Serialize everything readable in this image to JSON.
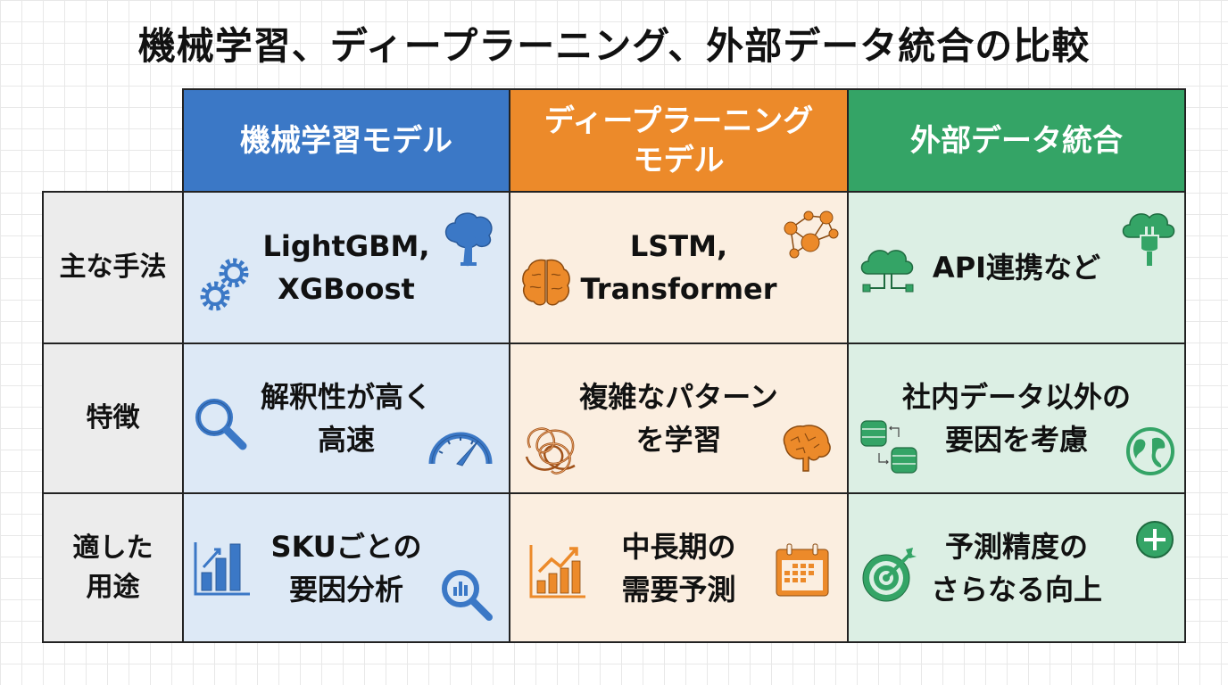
{
  "title": "機械学習、ディープラーニング、外部データ統合の比較",
  "columns": [
    {
      "label": "機械学習モデル",
      "color": "#3b78c6"
    },
    {
      "label": "ディープラーニング\nモデル",
      "color": "#ec8a2a"
    },
    {
      "label": "外部データ統合",
      "color": "#34a466"
    }
  ],
  "rows": [
    {
      "label": "主な手法",
      "cells": [
        {
          "text": "LightGBM,\nXGBoost",
          "icons": [
            "gears-icon",
            "tree-icon"
          ]
        },
        {
          "text": "LSTM,\nTransformer",
          "icons": [
            "brain-icon",
            "network-icon"
          ]
        },
        {
          "text": "API連携など",
          "icons": [
            "cloud-plug-icon",
            "cloud-plug-icon"
          ]
        }
      ]
    },
    {
      "label": "特徴",
      "cells": [
        {
          "text": "解釈性が高く\n高速",
          "icons": [
            "magnifier-icon",
            "speedometer-icon"
          ]
        },
        {
          "text": "複雑なパターン\nを学習",
          "icons": [
            "tangle-icon",
            "brain-icon"
          ]
        },
        {
          "text": "社内データ以外の\n要因を考慮",
          "icons": [
            "database-sync-icon",
            "globe-icon"
          ]
        }
      ]
    },
    {
      "label": "適した\n用途",
      "cells": [
        {
          "text": "SKUごとの\n要因分析",
          "icons": [
            "bar-chart-icon",
            "chart-magnifier-icon"
          ]
        },
        {
          "text": "中長期の\n需要予測",
          "icons": [
            "trend-chart-icon",
            "calendar-icon"
          ]
        },
        {
          "text": "予測精度の\nさらなる向上",
          "icons": [
            "target-icon",
            "plus-circle-icon"
          ]
        }
      ]
    }
  ]
}
